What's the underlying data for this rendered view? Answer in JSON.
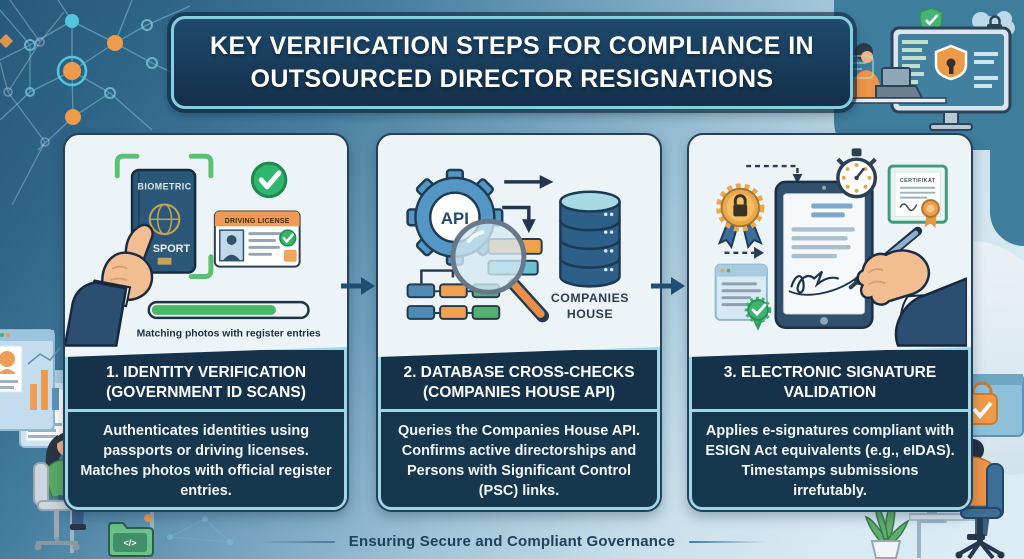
{
  "header": {
    "title_line1": "KEY VERIFICATION STEPS FOR COMPLIANCE IN",
    "title_line2": "OUTSOURCED DIRECTOR RESIGNATIONS"
  },
  "steps": [
    {
      "title": "1. IDENTITY VERIFICATION (GOVERNMENT ID SCANS)",
      "body": "Authenticates identities using passports or driving licenses. Matches photos with official register entries.",
      "illustration": {
        "passport_label": "BIOMETRIC",
        "passport_partial_label": "SPORT",
        "license_header": "DRIVING LICENSE",
        "progress_caption": "Matching photos with register entries"
      }
    },
    {
      "title": "2. DATABASE CROSS-CHECKS (COMPANIES HOUSE API)",
      "body": "Queries the Companies House API. Confirms active directorships and Persons with Significant Control (PSC) links.",
      "illustration": {
        "gear_label": "API",
        "database_label_line1": "COMPANIES",
        "database_label_line2": "HOUSE"
      }
    },
    {
      "title": "3. ELECTRONIC SIGNATURE VALIDATION",
      "body": "Applies e-signatures compliant with ESIGN Act equivalents (e.g., eIDAS). Timestamps submissions irrefutably.",
      "illustration": {
        "certificate_label": "CERTIFIKAT"
      }
    }
  ],
  "footer": {
    "tagline": "Ensuring Secure and Compliant Governance"
  },
  "decorations": {
    "code_glyph": "</>"
  },
  "colors": {
    "banner_navy": "#16334d",
    "panel_navy": "#17374f",
    "cyan_border": "#9ed8e6",
    "card_bg": "#edf4f8",
    "accent_orange": "#ef9b4c",
    "accent_green": "#3db470",
    "accent_blue": "#4d8bb5",
    "teal_corner": "#3f7d9c",
    "arrow_navy": "#1f4e74"
  }
}
